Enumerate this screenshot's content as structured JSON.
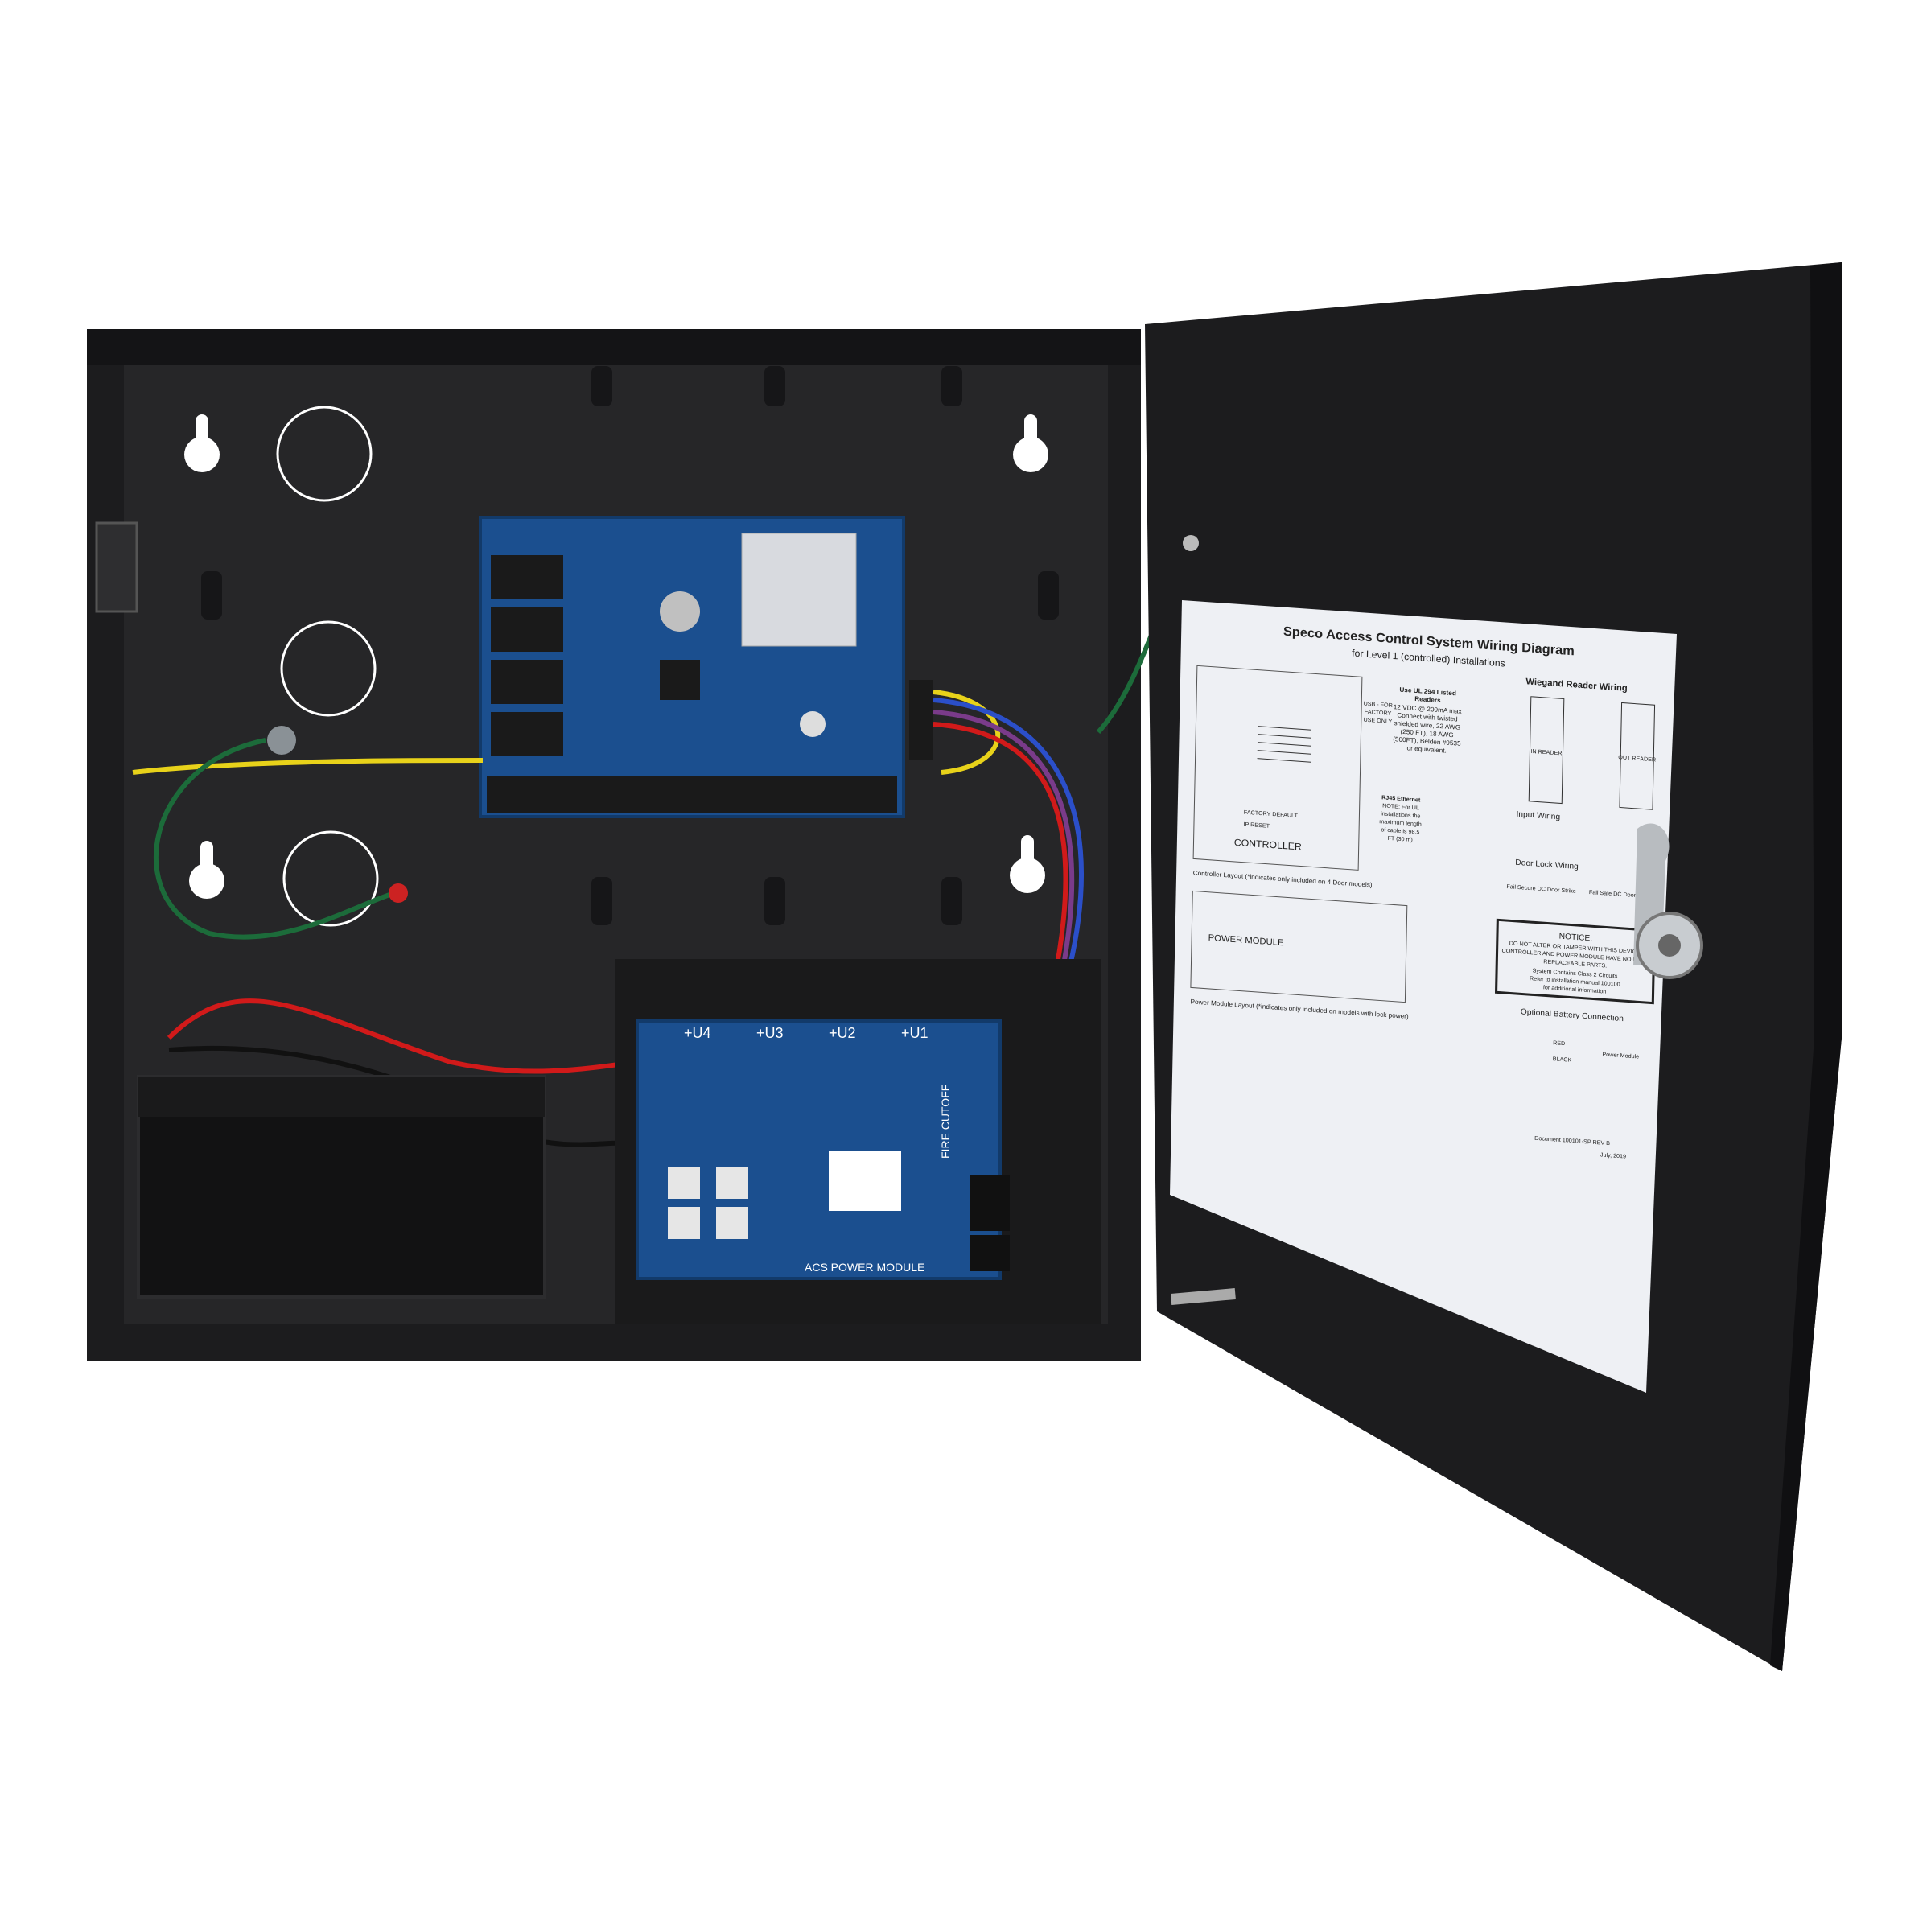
{
  "colors": {
    "enclosure": "#1c1c1e",
    "enclosure_inner": "#232325",
    "pcb_blue": "#1b4f8f",
    "wire_yellow": "#e8d21a",
    "wire_red": "#d11a1a",
    "wire_green": "#1c6b3a",
    "wire_blue": "#2b4fc9",
    "paper": "#eef0f4"
  },
  "diagram": {
    "title": "Speco Access Control System Wiring Diagram",
    "subtitle": "for Level 1 (controlled) Installations",
    "readers_note": [
      "Use UL 294 Listed",
      "Readers",
      "12 VDC @ 200mA max",
      "Connect with twisted",
      "shielded wire, 22 AWG",
      "(250 FT), 18 AWG",
      "(500FT), Belden #9535",
      "or equivalent."
    ],
    "usb_note": [
      "USB - FOR",
      "FACTORY",
      "USE ONLY"
    ],
    "rj45_note": [
      "RJ45 Ethernet",
      "NOTE: For UL",
      "installations the",
      "maximum length",
      "of cable is 98.5",
      "FT (30 m)"
    ],
    "wiegand_heading": "Wiegand Reader Wiring",
    "in_reader": "IN READER",
    "out_reader": "OUT READER",
    "input_wiring": "Input Wiring",
    "door_lock_wiring": "Door Lock Wiring",
    "fail_secure": "Fail Secure DC Door Strike",
    "fail_safe": "Fail Safe DC Door Strike",
    "controller_label": "CONTROLLER",
    "factory_default": "FACTORY DEFAULT",
    "ip_reset": "IP RESET",
    "controller_layout": "Controller Layout (*indicates only included on 4 Door models)",
    "power_module_label": "POWER MODULE",
    "power_module_layout": "Power Module Layout (*indicates only included on models with lock power)",
    "notice": {
      "heading": "NOTICE:",
      "lines": [
        "DO NOT ALTER OR TAMPER WITH THIS DEVICE.",
        "CONTROLLER AND POWER MODULE HAVE NO USER",
        "REPLACEABLE PARTS.",
        "System Contains Class 2 Circuits",
        "Refer to installation manual 100100",
        "for additional information"
      ]
    },
    "optional_battery": "Optional Battery Connection",
    "battery_red": "RED",
    "battery_black": "BLACK",
    "battery_power_module": "Power Module",
    "document": "Document 100101-SP REV B",
    "date": "July, 2019"
  },
  "power_board": {
    "label": "ACS POWER MODULE",
    "fire_cutoff": "FIRE CUTOFF",
    "outputs": [
      "+U4",
      "+U3",
      "+U2",
      "+U1"
    ]
  }
}
